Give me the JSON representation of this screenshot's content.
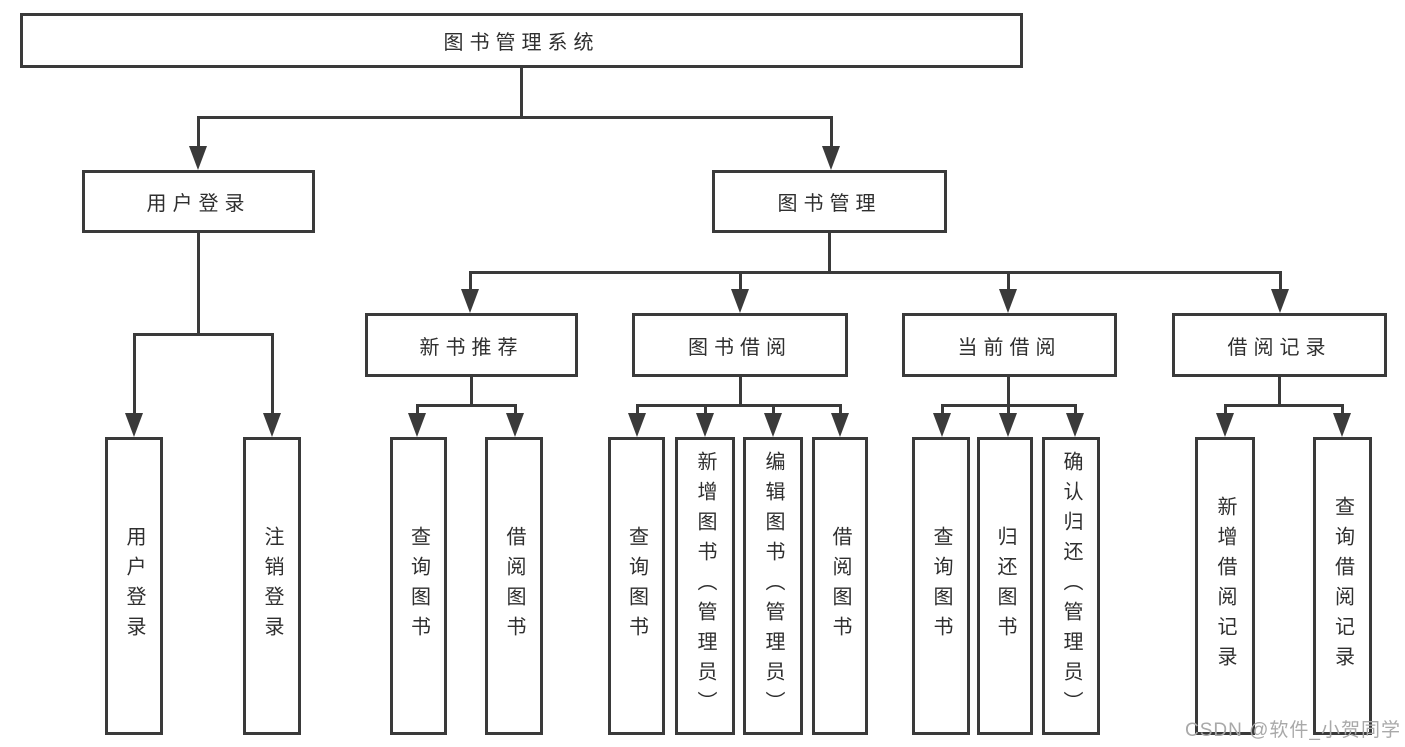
{
  "diagram": {
    "title": "图书管理系统",
    "branches": [
      {
        "label": "用户登录",
        "leaves": [
          "用户登录",
          "注销登录"
        ]
      },
      {
        "label": "图书管理",
        "children": [
          {
            "label": "新书推荐",
            "leaves": [
              "查询图书",
              "借阅图书"
            ]
          },
          {
            "label": "图书借阅",
            "leaves": [
              "查询图书",
              "新增图书（管理员）",
              "编辑图书（管理员）",
              "借阅图书"
            ]
          },
          {
            "label": "当前借阅",
            "leaves": [
              "查询图书",
              "归还图书",
              "确认归还（管理员）"
            ]
          },
          {
            "label": "借阅记录",
            "leaves": [
              "新增借阅记录",
              "查询借阅记录"
            ]
          }
        ]
      }
    ]
  },
  "watermark": "CSDN @软件_小贺同学",
  "colors": {
    "line": "#3a3a3a",
    "text": "#2f2f2f",
    "watermark": "#a9a9a9",
    "background": "#ffffff"
  }
}
